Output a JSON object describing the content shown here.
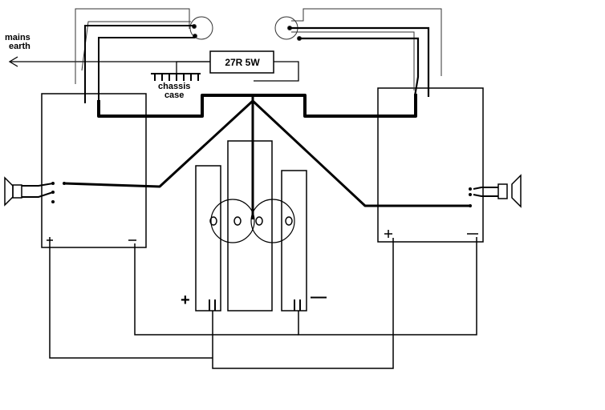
{
  "labels": {
    "mains_earth": [
      "mains",
      "earth"
    ],
    "chassis_case": [
      "chassis",
      "case"
    ],
    "resistor": "27R 5W",
    "positive_rail": "+",
    "negative_rail": "—"
  },
  "colors": {
    "line": "#000000",
    "thin_line": "#333333",
    "background": "#ffffff"
  }
}
